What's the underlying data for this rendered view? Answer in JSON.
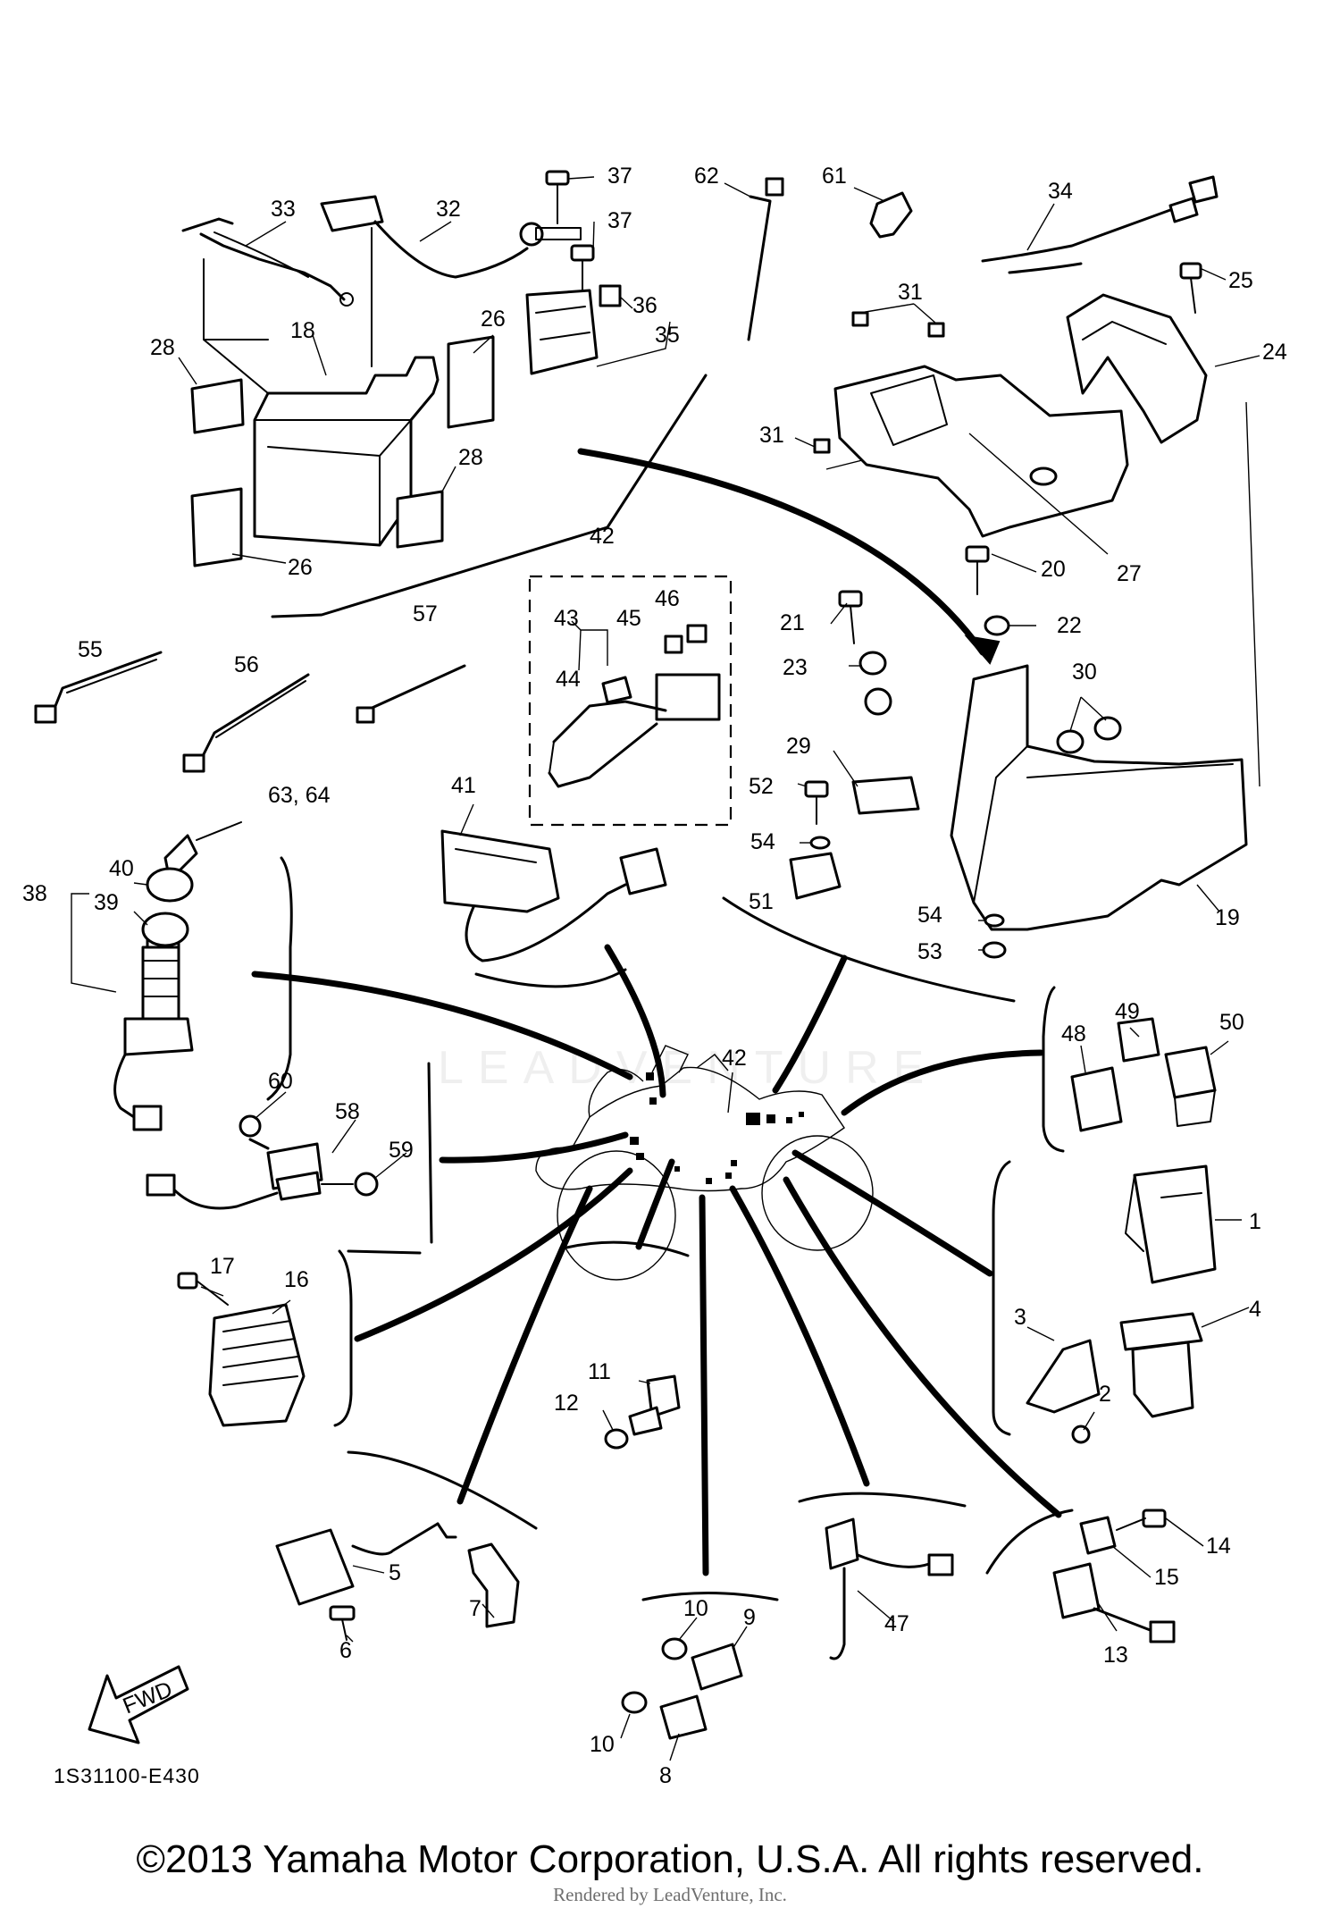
{
  "diagram": {
    "code": "1S31100-E430",
    "copyright": "©2013 Yamaha Motor Corporation, U.S.A. All rights reserved.",
    "render_credit": "Rendered by LeadVenture, Inc.",
    "watermark": "LEADVENTURE",
    "fwd_label": "FWD"
  },
  "callouts": [
    {
      "id": "c33",
      "text": "33"
    },
    {
      "id": "c32",
      "text": "32"
    },
    {
      "id": "c37a",
      "text": "37"
    },
    {
      "id": "c37b",
      "text": "37"
    },
    {
      "id": "c36",
      "text": "36"
    },
    {
      "id": "c35",
      "text": "35"
    },
    {
      "id": "c62",
      "text": "62"
    },
    {
      "id": "c61",
      "text": "61"
    },
    {
      "id": "c34",
      "text": "34"
    },
    {
      "id": "c31a",
      "text": "31"
    },
    {
      "id": "c25",
      "text": "25"
    },
    {
      "id": "c24",
      "text": "24"
    },
    {
      "id": "c28a",
      "text": "28"
    },
    {
      "id": "c18",
      "text": "18"
    },
    {
      "id": "c26a",
      "text": "26"
    },
    {
      "id": "c28b",
      "text": "28"
    },
    {
      "id": "c26b",
      "text": "26"
    },
    {
      "id": "c31b",
      "text": "31"
    },
    {
      "id": "c27",
      "text": "27"
    },
    {
      "id": "c42a",
      "text": "42"
    },
    {
      "id": "c20",
      "text": "20"
    },
    {
      "id": "c43",
      "text": "43"
    },
    {
      "id": "c45",
      "text": "45"
    },
    {
      "id": "c46",
      "text": "46"
    },
    {
      "id": "c44",
      "text": "44"
    },
    {
      "id": "c21",
      "text": "21"
    },
    {
      "id": "c22",
      "text": "22"
    },
    {
      "id": "c23",
      "text": "23"
    },
    {
      "id": "c30",
      "text": "30"
    },
    {
      "id": "c55",
      "text": "55"
    },
    {
      "id": "c56",
      "text": "56"
    },
    {
      "id": "c57",
      "text": "57"
    },
    {
      "id": "c29",
      "text": "29"
    },
    {
      "id": "c52",
      "text": "52"
    },
    {
      "id": "c54a",
      "text": "54"
    },
    {
      "id": "c51",
      "text": "51"
    },
    {
      "id": "c54b",
      "text": "54"
    },
    {
      "id": "c53",
      "text": "53"
    },
    {
      "id": "c19",
      "text": "19"
    },
    {
      "id": "c6364",
      "text": "63, 64"
    },
    {
      "id": "c40",
      "text": "40"
    },
    {
      "id": "c38",
      "text": "38"
    },
    {
      "id": "c39",
      "text": "39"
    },
    {
      "id": "c41",
      "text": "41"
    },
    {
      "id": "c42b",
      "text": "42"
    },
    {
      "id": "c49",
      "text": "49"
    },
    {
      "id": "c50",
      "text": "50"
    },
    {
      "id": "c48",
      "text": "48"
    },
    {
      "id": "c60",
      "text": "60"
    },
    {
      "id": "c58",
      "text": "58"
    },
    {
      "id": "c59",
      "text": "59"
    },
    {
      "id": "c1",
      "text": "1"
    },
    {
      "id": "c17",
      "text": "17"
    },
    {
      "id": "c16",
      "text": "16"
    },
    {
      "id": "c4",
      "text": "4"
    },
    {
      "id": "c3",
      "text": "3"
    },
    {
      "id": "c11",
      "text": "11"
    },
    {
      "id": "c12",
      "text": "12"
    },
    {
      "id": "c2",
      "text": "2"
    },
    {
      "id": "c5",
      "text": "5"
    },
    {
      "id": "c14",
      "text": "14"
    },
    {
      "id": "c15",
      "text": "15"
    },
    {
      "id": "c7",
      "text": "7"
    },
    {
      "id": "c10a",
      "text": "10"
    },
    {
      "id": "c9",
      "text": "9"
    },
    {
      "id": "c47",
      "text": "47"
    },
    {
      "id": "c13",
      "text": "13"
    },
    {
      "id": "c6",
      "text": "6"
    },
    {
      "id": "c10b",
      "text": "10"
    },
    {
      "id": "c8",
      "text": "8"
    }
  ]
}
